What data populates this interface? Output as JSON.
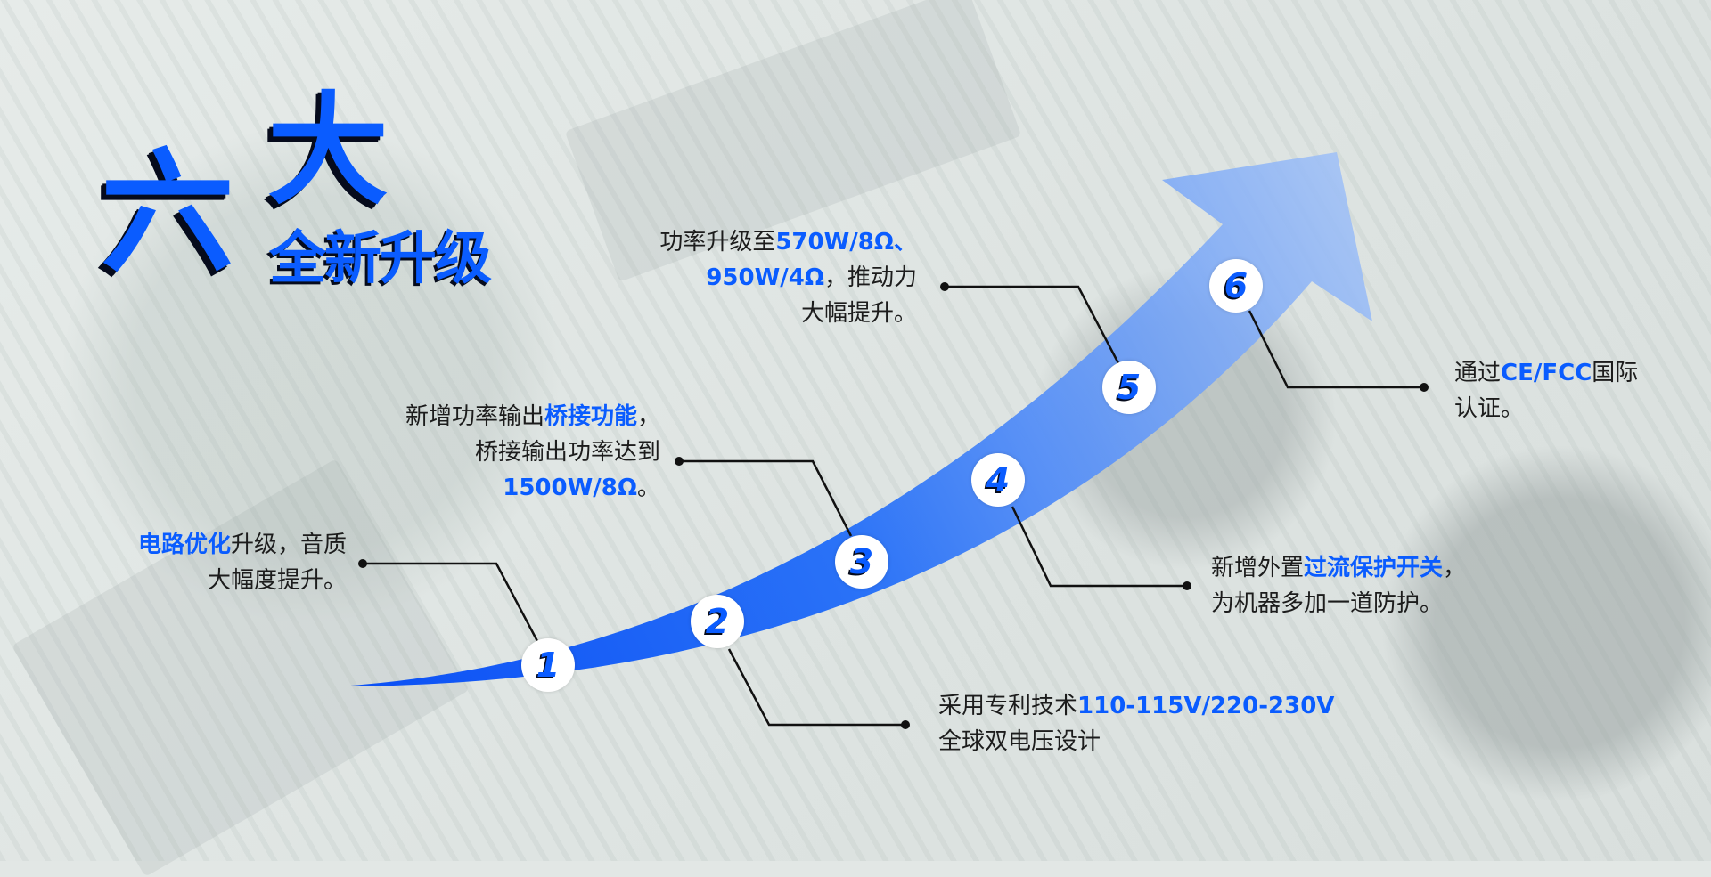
{
  "title": {
    "char1": "六",
    "char2": "大",
    "subtitle": "全新升级"
  },
  "colors": {
    "accent": "#0a5cff",
    "dark": "#060b1c"
  },
  "steps": [
    {
      "num": "1",
      "hl": "电路优化",
      "line1_rest": "升级，音质",
      "line2": "大幅度提升。"
    },
    {
      "num": "2",
      "pre": "采用专利技术",
      "hl": "110-115V/220-230V",
      "line2": "全球双电压设计"
    },
    {
      "num": "3",
      "pre": "新增功率输出",
      "hl": "桥接功能",
      "post": "，",
      "line2": "桥接输出功率达到",
      "line3_hl": "1500W/8Ω",
      "line3_post": "。"
    },
    {
      "num": "4",
      "pre": "新增外置",
      "hl": "过流保护开关",
      "post": "，",
      "line2": "为机器多加一道防护。"
    },
    {
      "num": "5",
      "pre": "功率升级至",
      "hl": "570W/8Ω、",
      "line2_hl": "950W/4Ω",
      "line2_post": "，推动力",
      "line3": "大幅提升。"
    },
    {
      "num": "6",
      "pre": "通过",
      "hl": "CE/FCC",
      "post": "国际",
      "line2": "认证。"
    }
  ]
}
